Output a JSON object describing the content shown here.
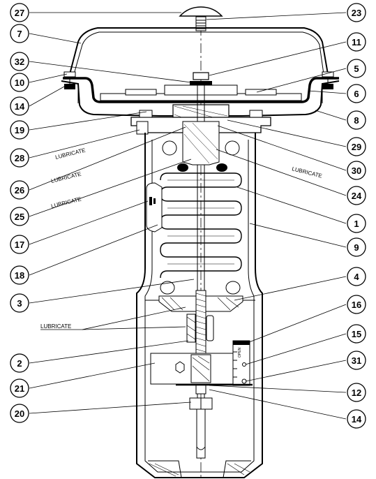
{
  "callouts": [
    {
      "id": "27"
    },
    {
      "id": "23"
    },
    {
      "id": "7"
    },
    {
      "id": "11"
    },
    {
      "id": "32"
    },
    {
      "id": "5"
    },
    {
      "id": "10"
    },
    {
      "id": "14"
    },
    {
      "id": "6"
    },
    {
      "id": "19"
    },
    {
      "id": "8"
    },
    {
      "id": "28"
    },
    {
      "id": "29"
    },
    {
      "id": "26"
    },
    {
      "id": "30"
    },
    {
      "id": "24"
    },
    {
      "id": "25"
    },
    {
      "id": "1"
    },
    {
      "id": "17"
    },
    {
      "id": "9"
    },
    {
      "id": "18"
    },
    {
      "id": "3"
    },
    {
      "id": "4"
    },
    {
      "id": "16"
    },
    {
      "id": "15"
    },
    {
      "id": "2"
    },
    {
      "id": "31"
    },
    {
      "id": "21"
    },
    {
      "id": "12"
    },
    {
      "id": "20"
    },
    {
      "id": "14"
    }
  ],
  "notes": {
    "lubricate": "LUBRICATE",
    "open": "OPEN"
  }
}
